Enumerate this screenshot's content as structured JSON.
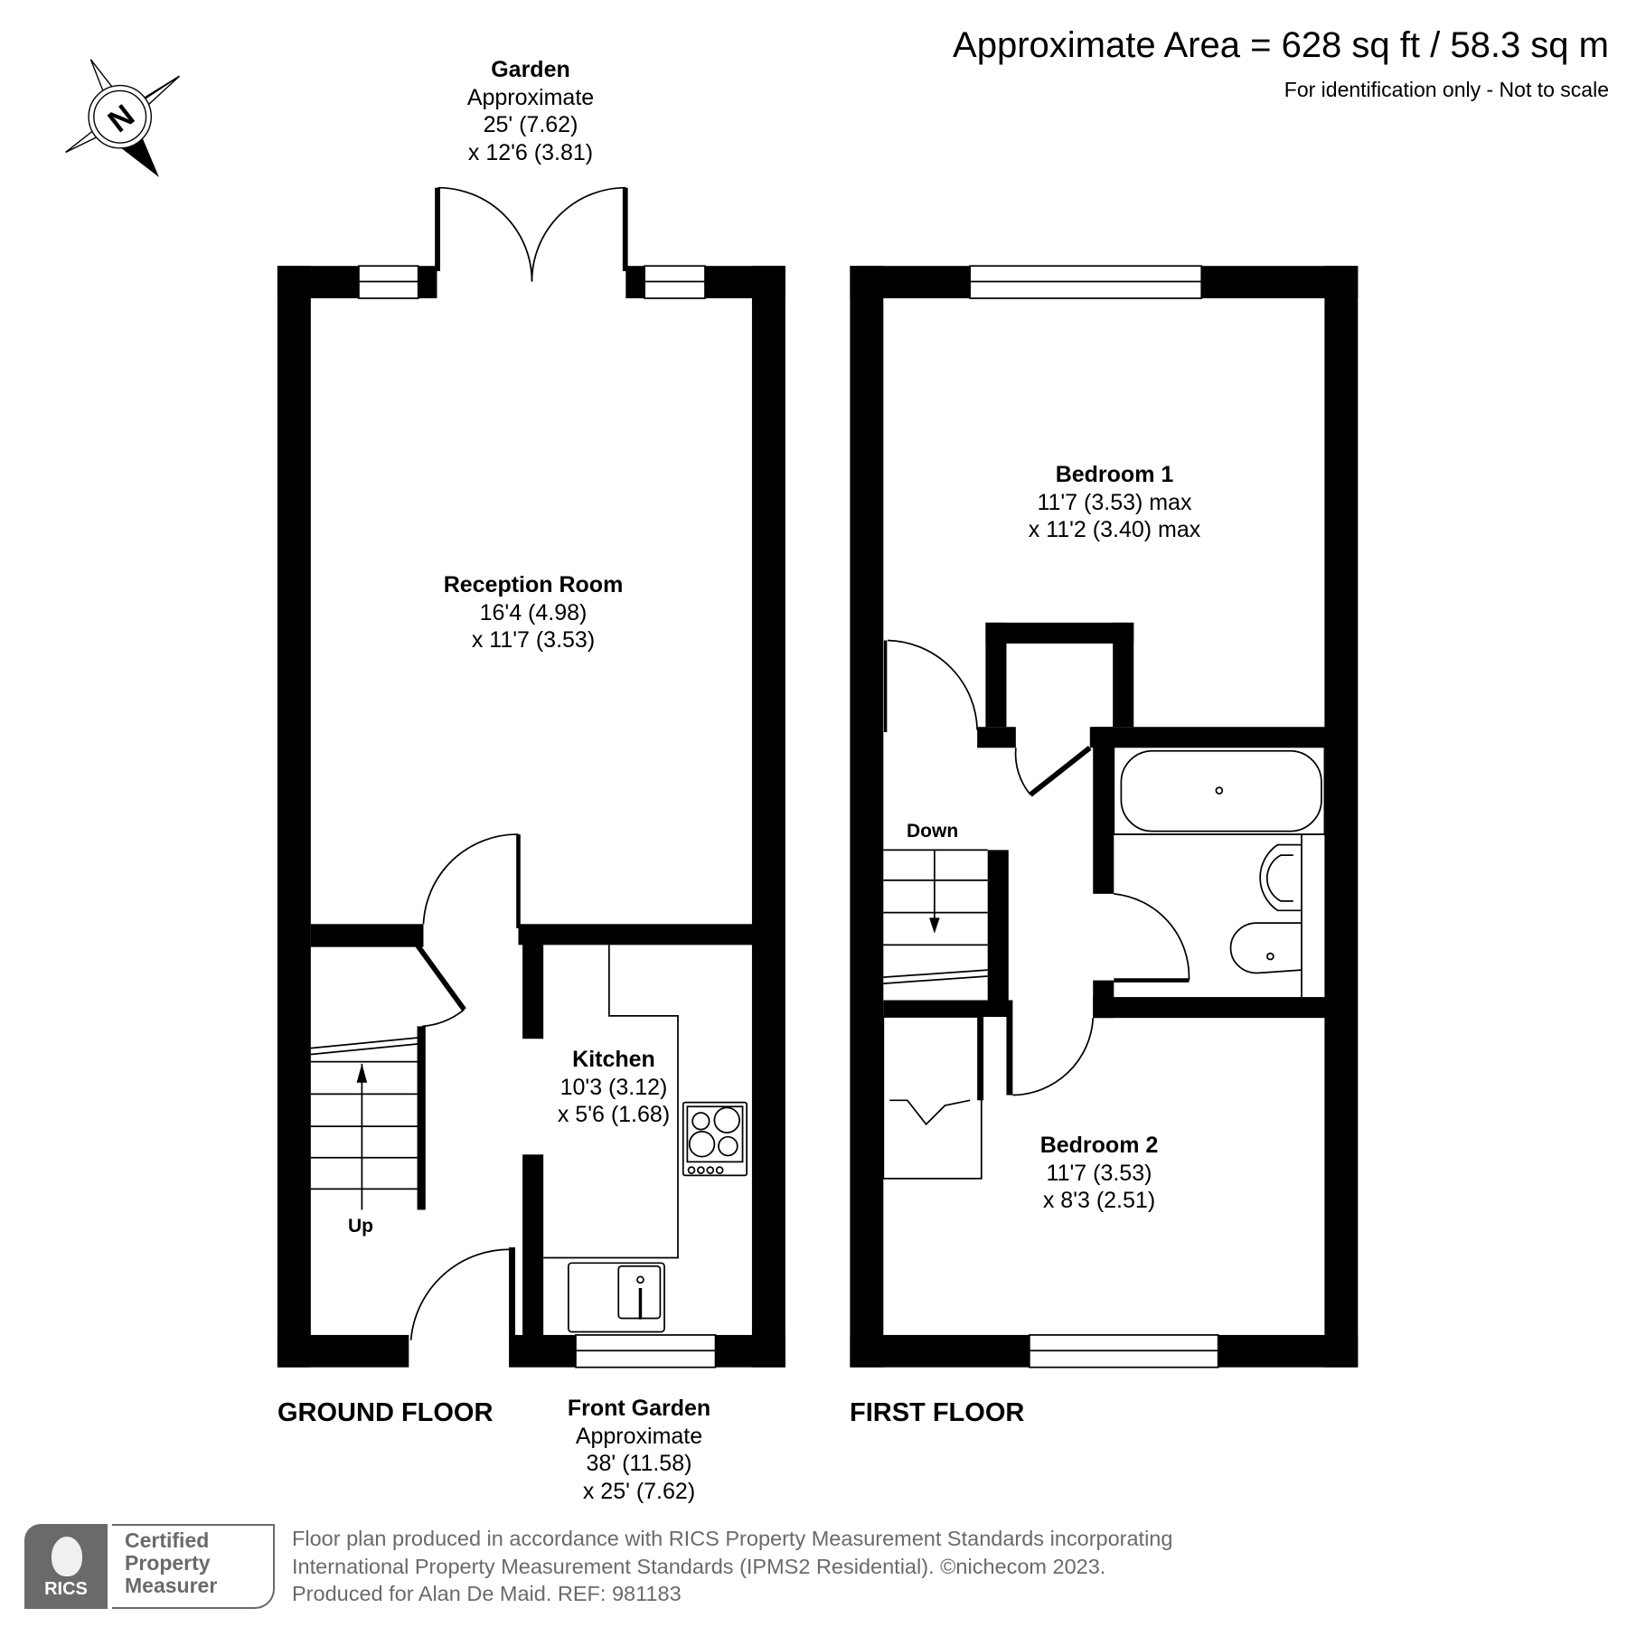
{
  "header": {
    "area": "Approximate Area = 628 sq ft / 58.3 sq m",
    "note": "For identification only - Not to scale"
  },
  "compass": {
    "icon": "north-compass-icon",
    "letter": "N"
  },
  "ground_floor": {
    "label": "GROUND FLOOR",
    "rooms": {
      "garden": {
        "name": "Garden",
        "line1": "Approximate",
        "line2": "25' (7.62)",
        "line3": "x 12'6 (3.81)"
      },
      "reception": {
        "name": "Reception Room",
        "line1": "16'4 (4.98)",
        "line2": "x 11'7 (3.53)"
      },
      "kitchen": {
        "name": "Kitchen",
        "line1": "10'3 (3.12)",
        "line2": "x 5'6 (1.68)"
      },
      "front_garden": {
        "name": "Front Garden",
        "line1": "Approximate",
        "line2": "38' (11.58)",
        "line3": "x 25' (7.62)"
      }
    },
    "stairs_label": "Up"
  },
  "first_floor": {
    "label": "FIRST FLOOR",
    "rooms": {
      "bedroom1": {
        "name": "Bedroom 1",
        "line1": "11'7 (3.53) max",
        "line2": "x 11'2 (3.40) max"
      },
      "bedroom2": {
        "name": "Bedroom 2",
        "line1": "11'7 (3.53)",
        "line2": "x 8'3 (2.51)"
      }
    },
    "stairs_label": "Down"
  },
  "footer": {
    "badge": {
      "brand": "RICS",
      "line1": "Certified",
      "line2": "Property",
      "line3": "Measurer"
    },
    "line1": "Floor plan produced in accordance with RICS Property Measurement Standards incorporating",
    "line2": "International Property Measurement Standards (IPMS2 Residential).   ©nichecom 2023.",
    "line3": "Produced for Alan De Maid.   REF: 981183"
  }
}
